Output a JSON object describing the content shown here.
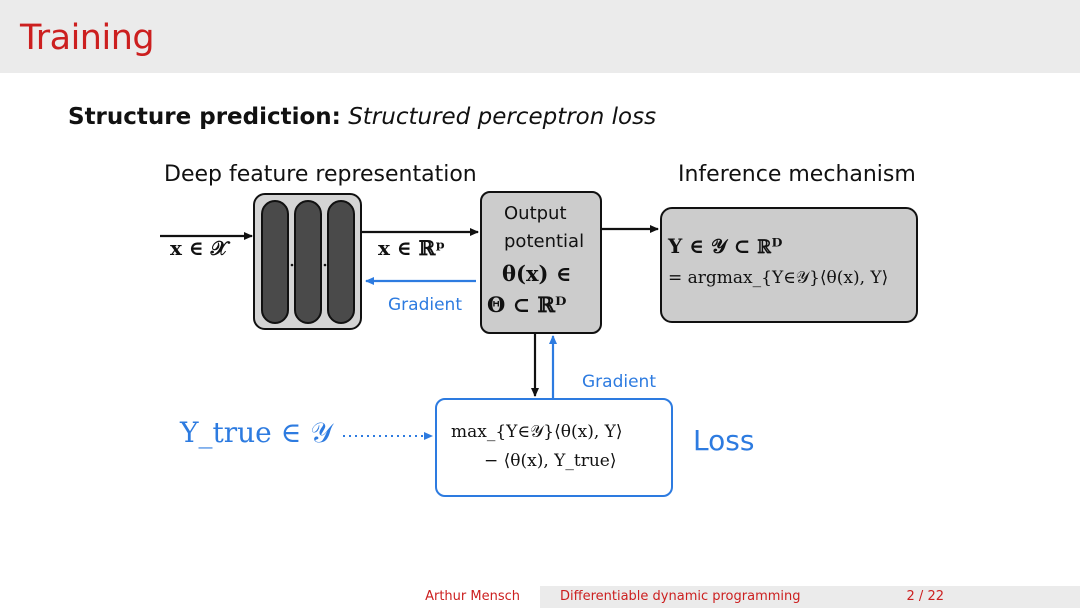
{
  "slide": {
    "title": "Training",
    "subtitle_bold": "Structure prediction:",
    "subtitle_italic": "Structured perceptron loss"
  },
  "diagram": {
    "deep_feature_label": "Deep feature representation",
    "inference_label": "Inference mechanism",
    "input_label": "x ∈ 𝒳",
    "feature_label": "x ∈ ℝᵖ",
    "gradient_top": "Gradient",
    "gradient_bottom": "Gradient",
    "output_box": {
      "line1": "Output",
      "line2": "potential",
      "line3": "θ(x) ∈",
      "line4": "Θ ⊂ ℝᴰ"
    },
    "inference_box": {
      "line1": "Y ∈ 𝒴 ⊂ ℝᴰ",
      "line2": "= argmax_{Y∈𝒴}⟨θ(x), Y⟩"
    },
    "loss_box": {
      "line1": "max_{Y∈𝒴}⟨θ(x), Y⟩",
      "line2": "− ⟨θ(x), Y_true⟩"
    },
    "ytrue_label": "Y_true ∈ 𝒴",
    "loss_label": "Loss",
    "colors": {
      "accent_blue": "#2d7be0",
      "title_red": "#cc1f1f",
      "box_gray": "#cccccc",
      "layer_dark": "#4a4a4a"
    }
  },
  "footer": {
    "author": "Arthur Mensch",
    "talk_title": "Differentiable dynamic programming",
    "page": "2 / 22"
  }
}
